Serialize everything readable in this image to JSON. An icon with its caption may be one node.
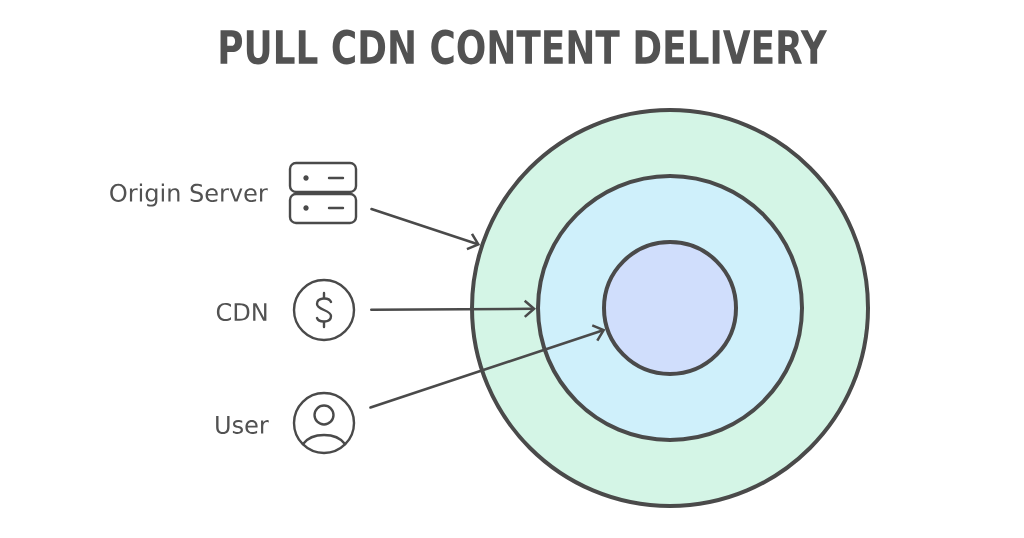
{
  "diagram": {
    "title": "PULL CDN CONTENT DELIVERY",
    "nodes": [
      {
        "text": [],
        "shape": "picture",
        "beside": [
          "Origin Server"
        ]
      },
      {
        "text": [],
        "shape": "picture",
        "beside": [
          "CDN"
        ]
      },
      {
        "text": [],
        "shape": "picture",
        "beside": [
          "User"
        ]
      },
      {
        "text": [],
        "shape": "circle"
      },
      {
        "text": [],
        "shape": "circle",
        "in": 3
      },
      {
        "text": [],
        "shape": "circle",
        "in": 4
      }
    ],
    "edges": [
      {
        "from": 0,
        "to": 3,
        "arrow": "to"
      },
      {
        "from": 1,
        "to": 4,
        "arrow": "to"
      },
      {
        "from": 2,
        "to": 5,
        "arrow": "to"
      }
    ]
  }
}
